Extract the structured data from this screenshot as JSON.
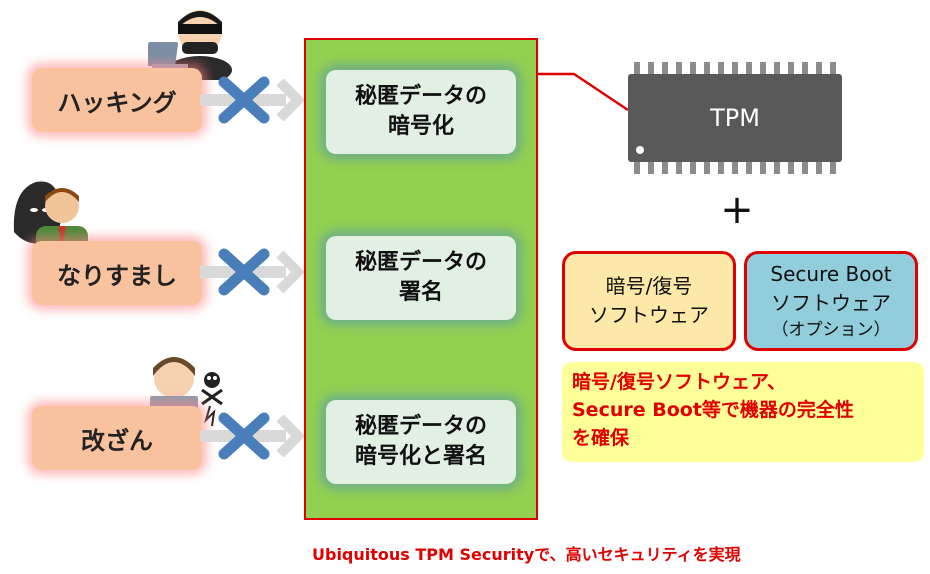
{
  "threats": [
    {
      "label": "ハッキング"
    },
    {
      "label": "なりすまし"
    },
    {
      "label": "改ざん"
    }
  ],
  "functions": [
    {
      "line1": "秘匿データの",
      "line2": "暗号化"
    },
    {
      "line1": "秘匿データの",
      "line2": "署名"
    },
    {
      "line1": "秘匿データの",
      "line2": "暗号化と署名"
    }
  ],
  "tpm": {
    "label": "TPM"
  },
  "plus": "+",
  "software": {
    "crypto": {
      "line1": "暗号/復号",
      "line2": "ソフトウェア"
    },
    "secure_boot": {
      "line1": "Secure Boot",
      "line2": "ソフトウェア",
      "line3": "（オプション）"
    }
  },
  "note": {
    "line1": "暗号/復号ソフトウェア、",
    "line2": "Secure Boot等で機器の完全性",
    "line3": "を確保"
  },
  "footer": "Ubiquitous TPM Securityで、高いセキュリティを実現",
  "colors": {
    "threat_fill": "#f9c29f",
    "panel_fill": "#92d050",
    "panel_border": "#e00000",
    "function_fill": "#e2efe3",
    "block_cross": "#4a7ebb",
    "chip": "#595959",
    "crypto_fill": "#fce8a8",
    "secure_boot_fill": "#92cddc",
    "note_fill": "#ffff99",
    "accent_text": "#e00000"
  },
  "icons": [
    "hacker-icon",
    "impostor-icon",
    "tamperer-icon",
    "block-x-icon",
    "arrow-right-icon",
    "chip-icon"
  ]
}
